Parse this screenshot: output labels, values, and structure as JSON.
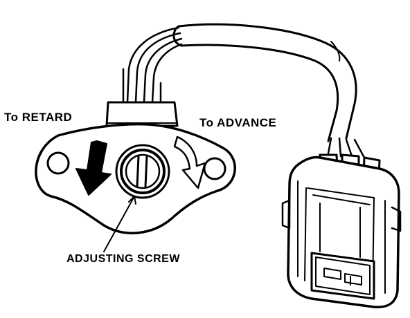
{
  "labels": {
    "retard": "To RETARD",
    "advance": "To ADVANCE",
    "adjusting_screw": "ADJUSTING SCREW"
  },
  "colors": {
    "ink": "#000000",
    "paper": "#ffffff"
  }
}
